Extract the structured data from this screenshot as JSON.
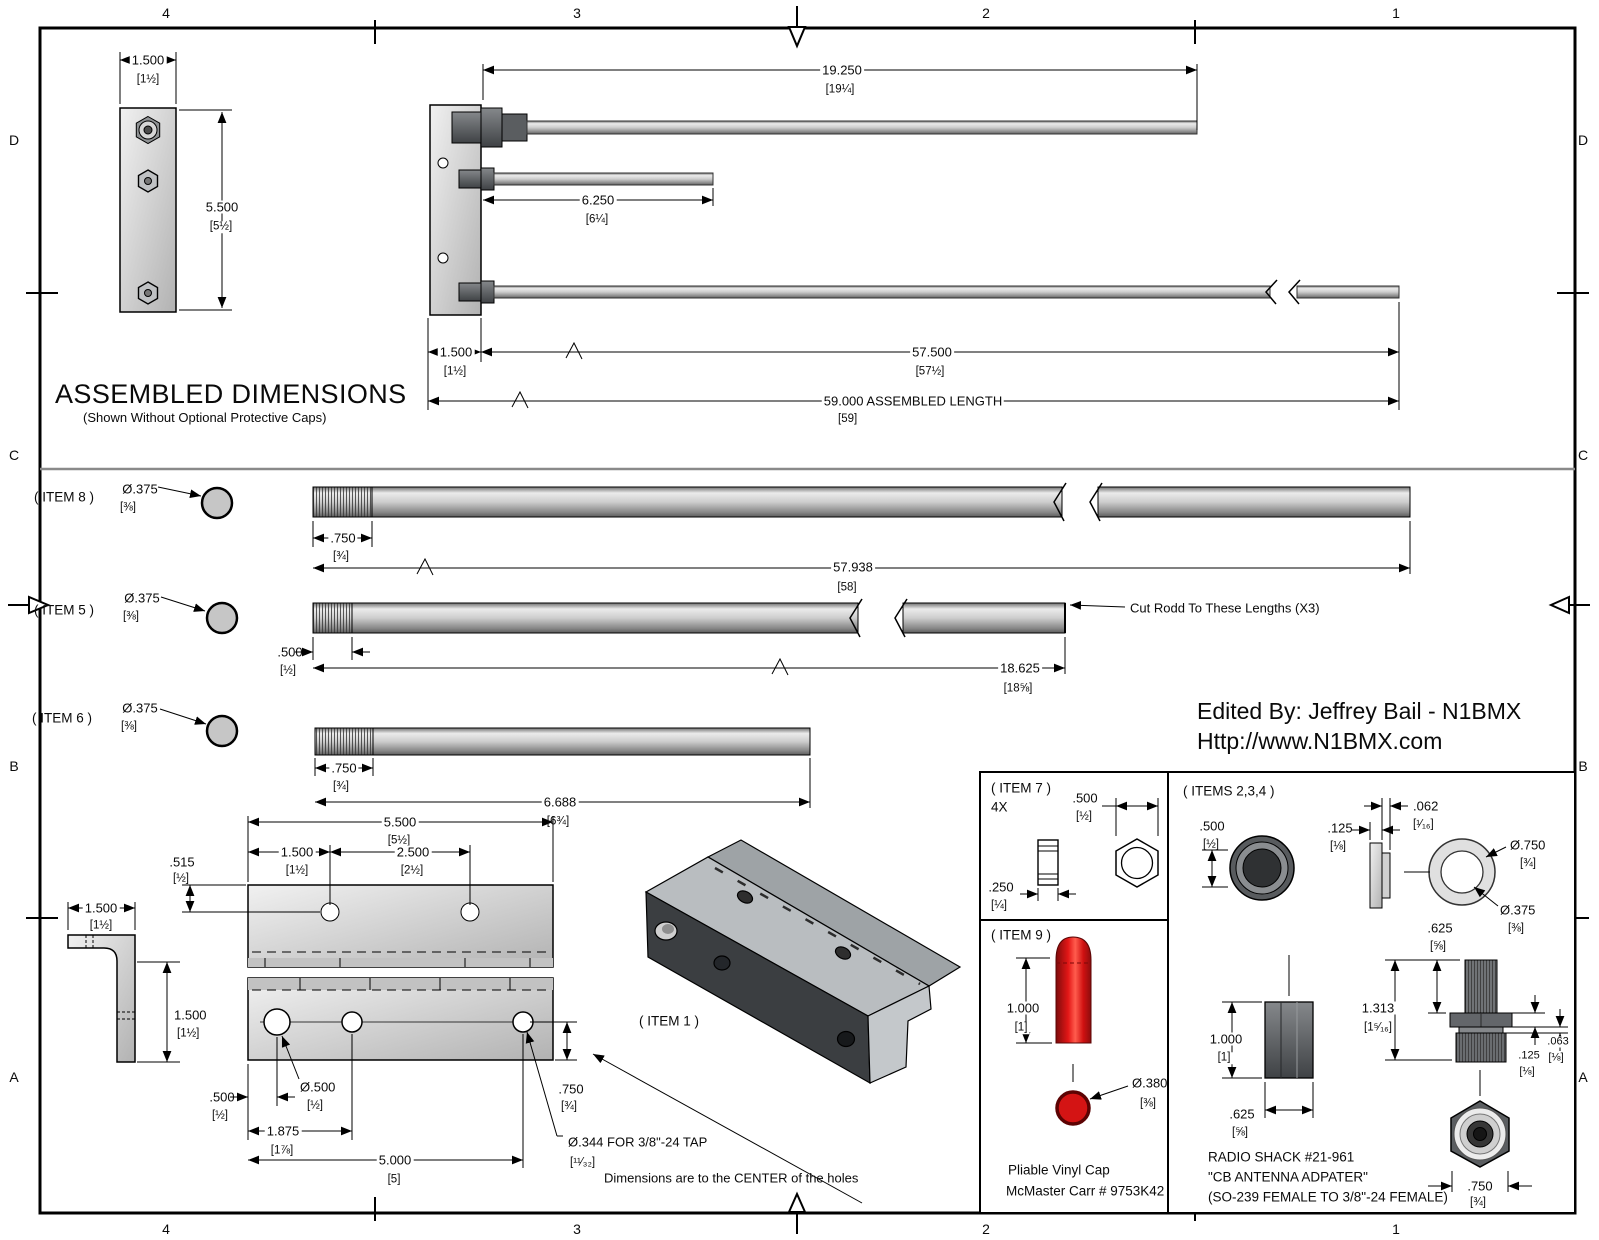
{
  "sheet": {
    "cols": [
      "4",
      "3",
      "2",
      "1"
    ],
    "rows": [
      "D",
      "C",
      "B",
      "A"
    ]
  },
  "assembled": {
    "title": "ASSEMBLED DIMENSIONS",
    "subtitle": "(Shown Without Optional Protective Caps)",
    "bracket_width_v": "1.500",
    "bracket_width_f": "[1½]",
    "bracket_height_v": "5.500",
    "bracket_height_f": "[5½]",
    "whip_v": "19.250",
    "whip_f": "[19¼]",
    "mid_rod_v": "6.250",
    "mid_rod_f": "[6¼]",
    "offset_v": "1.500",
    "offset_f": "[1½]",
    "long_rod_v": "57.500",
    "long_rod_f": "[57½]",
    "total_v": "59.000 ASSEMBLED LENGTH",
    "total_f": "[59]"
  },
  "credit": {
    "line1": "Edited By: Jeffrey Bail - N1BMX",
    "line2": "Http://www.N1BMX.com"
  },
  "item8": {
    "label": "( ITEM 8 )",
    "dia_v": "Ø.375",
    "dia_f": "[⅜]",
    "thread_v": ".750",
    "thread_f": "[¾]",
    "len_v": "57.938",
    "len_f": "[58]"
  },
  "item5": {
    "label": "( ITEM 5 )",
    "dia_v": "Ø.375",
    "dia_f": "[⅜]",
    "thread_v": ".500",
    "thread_f": "[½]",
    "len_v": "18.625",
    "len_f": "[18⅝]",
    "note": "Cut Rodd To These Lengths (X3)"
  },
  "item6": {
    "label": "( ITEM 6 )",
    "dia_v": "Ø.375",
    "dia_f": "[⅜]",
    "thread_v": ".750",
    "thread_f": "[¾]",
    "len_v": "6.688",
    "len_f": "[6¾]"
  },
  "item1": {
    "label": "( ITEM 1 )",
    "width_v": "5.500",
    "width_f": "[5½]",
    "hole1_x_v": "1.500",
    "hole1_x_f": "[1½]",
    "hole2_x_v": "2.500",
    "hole2_x_f": "[2½]",
    "top_offset_v": ".515",
    "top_offset_f": "[½]",
    "angle_w_v": "1.500",
    "angle_w_f": "[1½]",
    "angle_h_v": "1.500",
    "angle_h_f": "[1½]",
    "big_hole_v": "Ø.500",
    "big_hole_f": "[½]",
    "edge_off_v": ".500",
    "edge_off_f": "[½]",
    "hole_sp_v": "1.875",
    "hole_sp_f": "[1⅞]",
    "span_v": "5.000",
    "span_f": "[5]",
    "bot_off_v": ".750",
    "bot_off_f": "[¾]",
    "tap_v": "Ø.344 FOR 3/8\"-24 TAP",
    "tap_f": "[¹¹⁄₃₂]",
    "note": "Dimensions are to the CENTER of the holes"
  },
  "item7": {
    "label": "( ITEM 7 )",
    "qty": "4X",
    "width_v": ".500",
    "width_f": "[½]",
    "height_v": ".250",
    "height_f": "[¼]"
  },
  "item9": {
    "label": "( ITEM 9 )",
    "len_v": "1.000",
    "len_f": "[1]",
    "dia_v": "Ø.380",
    "dia_f": "[⅜]",
    "caption1": "Pliable Vinyl Cap",
    "caption2": "McMaster Carr # 9753K42"
  },
  "items234": {
    "label": "( ITEMS 2,3,4 )",
    "nut_id_v": ".500",
    "nut_id_f": "[½]",
    "washer_t_v": ".125",
    "washer_t_f": "[⅛]",
    "flange_t_v": ".062",
    "flange_t_f": "[¹⁄₁₆]",
    "washer_od_v": "Ø.750",
    "washer_od_f": "[¾]",
    "washer_id_v": "Ø.375",
    "washer_id_f": "[⅜]",
    "coupling_len_v": "1.000",
    "coupling_len_f": "[1]",
    "coupling_od_v": ".625",
    "coupling_od_f": "[⅝]",
    "stud_len_v": ".625",
    "stud_len_f": "[⅝]",
    "adapter_len_v": "1.313",
    "adapter_len_f": "[1⁵⁄₁₆]",
    "hex_t_v": ".125",
    "hex_t_f": "[⅛]",
    "shoulder_t_v": ".063",
    "shoulder_t_f": "[⅛]",
    "hex_w_v": ".750",
    "hex_w_f": "[¾]",
    "note1": "RADIO SHACK #21-961",
    "note2": "\"CB ANTENNA ADPATER\"",
    "note3": "(SO-239 FEMALE TO 3/8\"-24 FEMALE)"
  }
}
